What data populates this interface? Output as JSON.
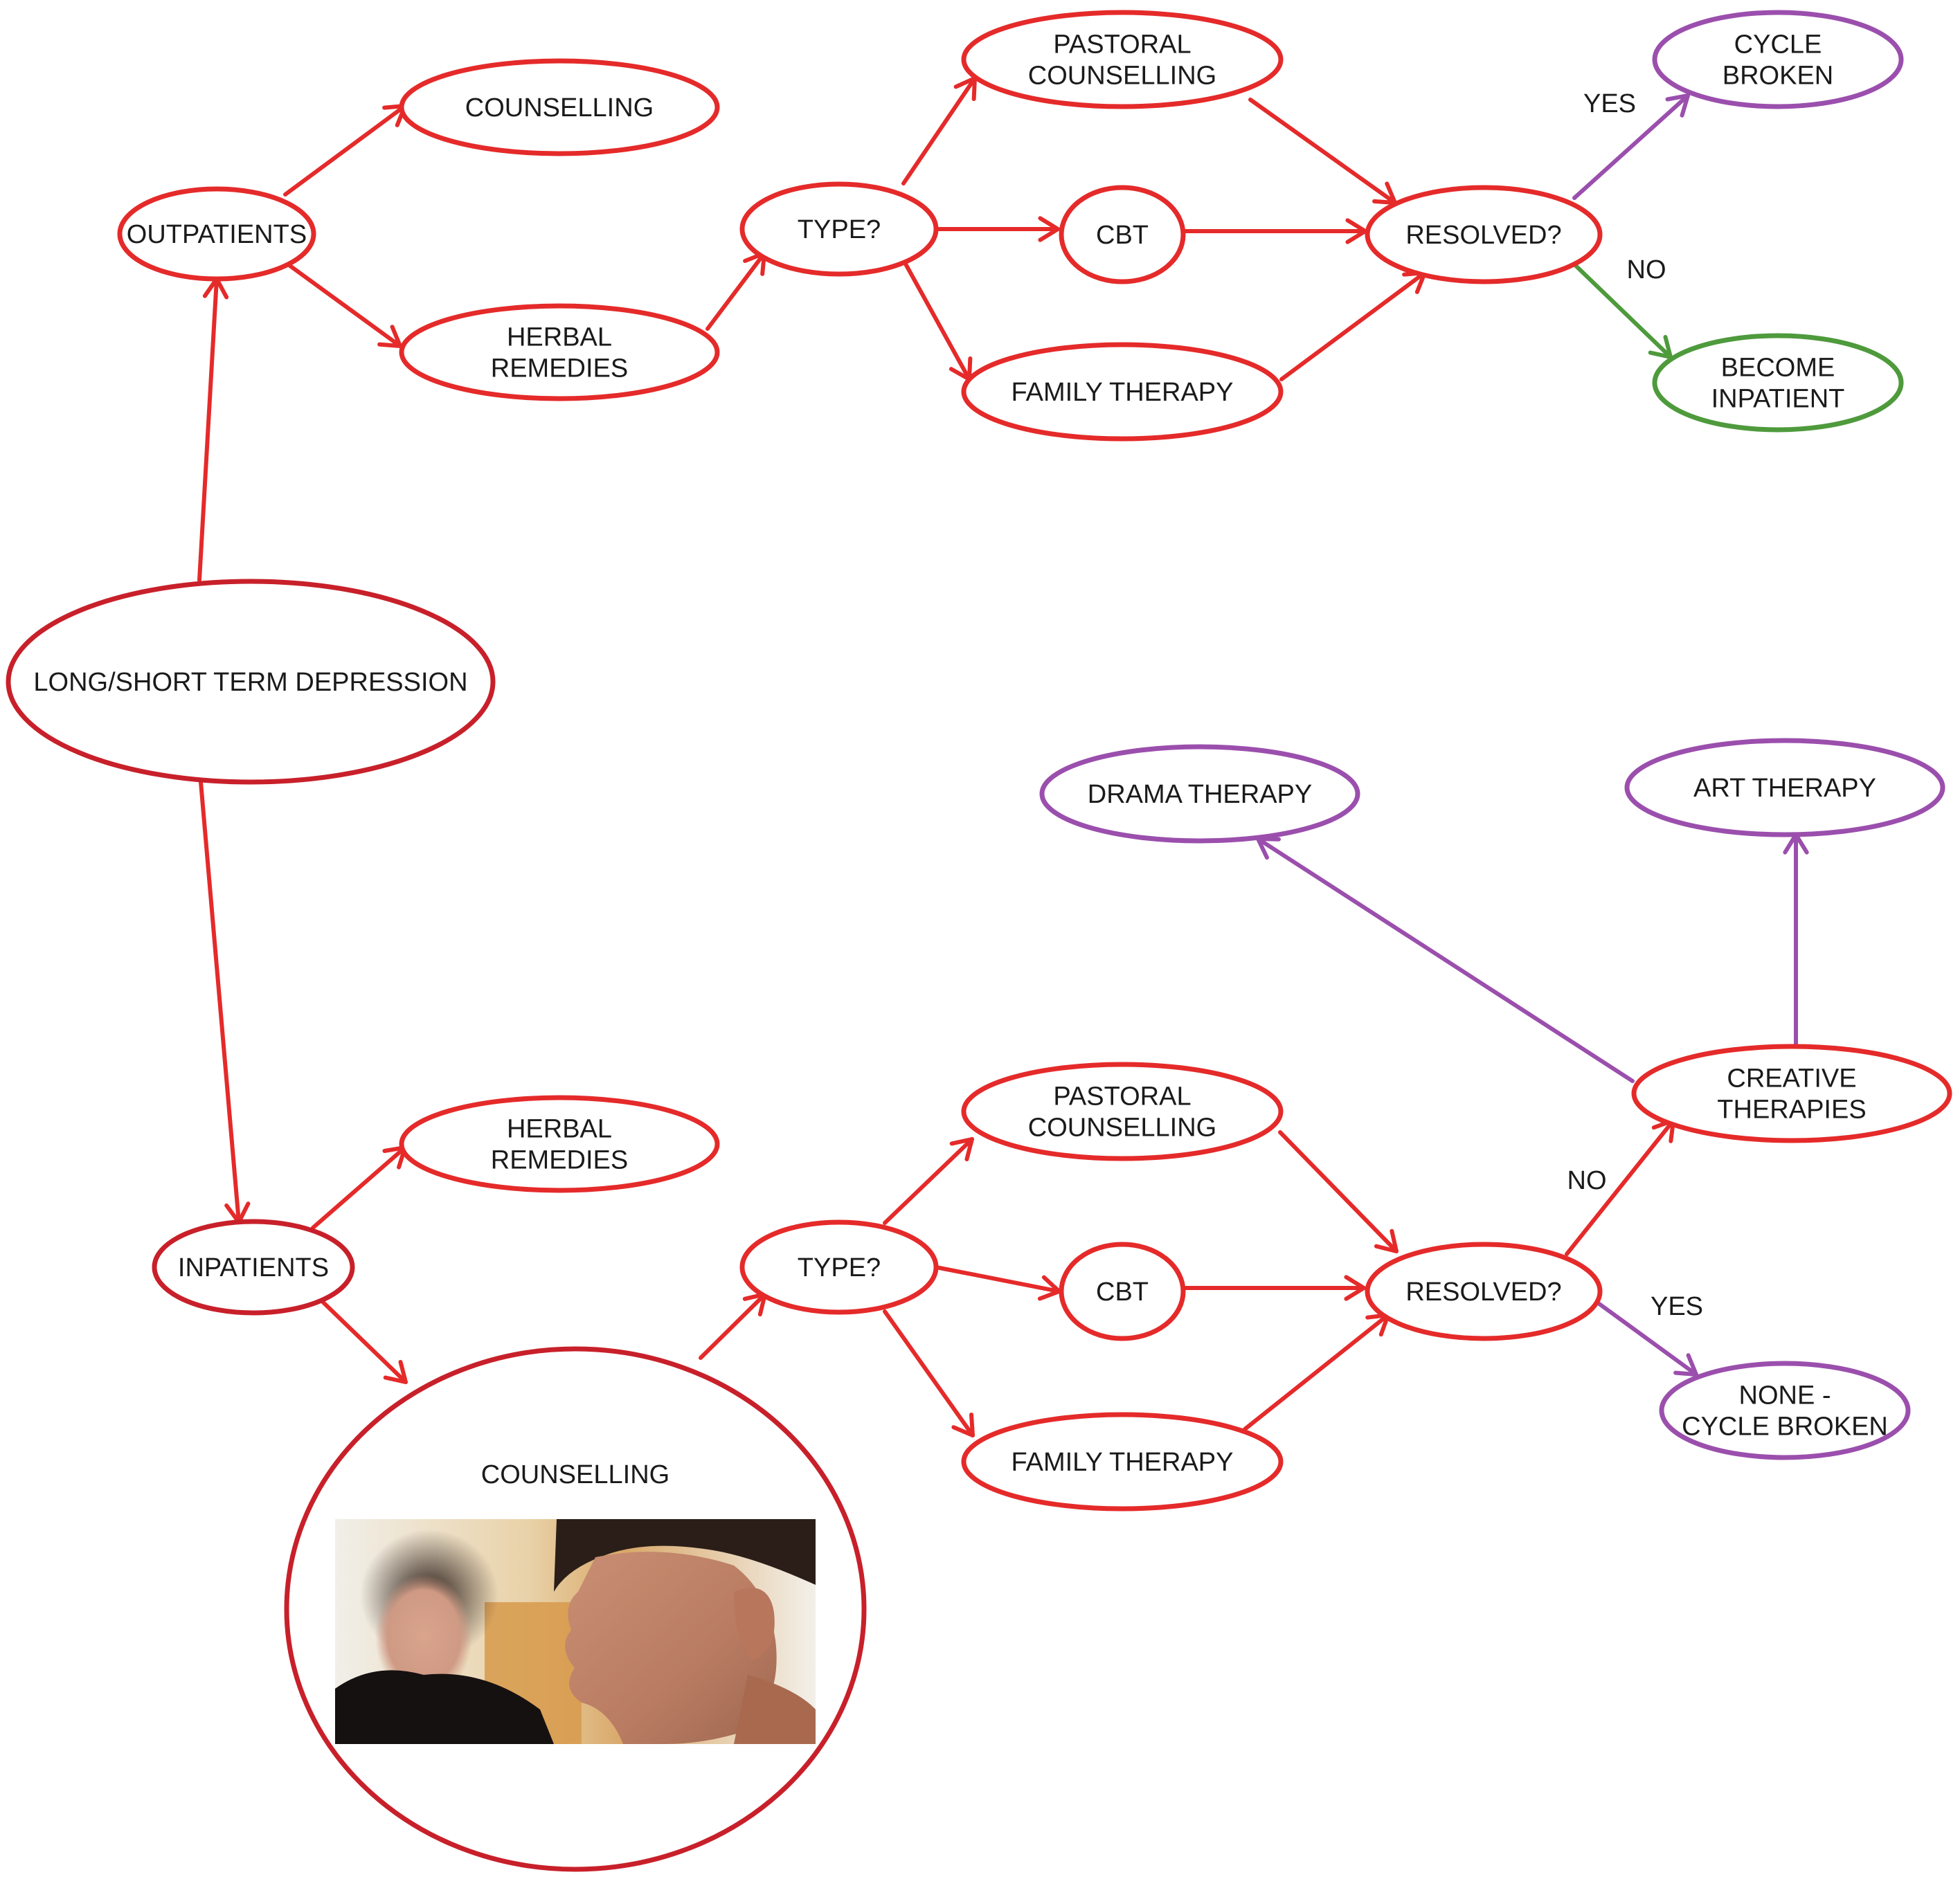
{
  "colors": {
    "red": "#e52a2a",
    "dark_red": "#c8202a",
    "purple": "#9b4fad",
    "green": "#4e9a3c"
  },
  "nodes": {
    "root": {
      "lines": [
        "LONG/SHORT TERM DEPRESSION"
      ]
    },
    "outpatients": {
      "lines": [
        "OUTPATIENTS"
      ]
    },
    "out_counselling": {
      "lines": [
        "COUNSELLING"
      ]
    },
    "out_herbal": {
      "lines": [
        "HERBAL",
        "REMEDIES"
      ]
    },
    "out_type": {
      "lines": [
        "TYPE?"
      ]
    },
    "out_pastoral": {
      "lines": [
        "PASTORAL",
        "COUNSELLING"
      ]
    },
    "out_cbt": {
      "lines": [
        "CBT"
      ]
    },
    "out_family": {
      "lines": [
        "FAMILY THERAPY"
      ]
    },
    "out_resolved": {
      "lines": [
        "RESOLVED?"
      ]
    },
    "cycle_broken": {
      "lines": [
        "CYCLE",
        "BROKEN"
      ]
    },
    "become_inpatient": {
      "lines": [
        "BECOME",
        "INPATIENT"
      ]
    },
    "inpatients": {
      "lines": [
        "INPATIENTS"
      ]
    },
    "in_herbal": {
      "lines": [
        "HERBAL",
        "REMEDIES"
      ]
    },
    "in_counselling": {
      "lines": [
        "COUNSELLING"
      ]
    },
    "in_type": {
      "lines": [
        "TYPE?"
      ]
    },
    "in_pastoral": {
      "lines": [
        "PASTORAL",
        "COUNSELLING"
      ]
    },
    "in_cbt": {
      "lines": [
        "CBT"
      ]
    },
    "in_family": {
      "lines": [
        "FAMILY THERAPY"
      ]
    },
    "in_resolved": {
      "lines": [
        "RESOLVED?"
      ]
    },
    "creative": {
      "lines": [
        "CREATIVE",
        "THERAPIES"
      ]
    },
    "drama": {
      "lines": [
        "DRAMA THERAPY"
      ]
    },
    "art": {
      "lines": [
        "ART THERAPY"
      ]
    },
    "none_cycle": {
      "lines": [
        "NONE -",
        "CYCLE BROKEN"
      ]
    }
  },
  "edges": [
    {
      "from": "root",
      "to": "outpatients"
    },
    {
      "from": "root",
      "to": "inpatients"
    },
    {
      "from": "outpatients",
      "to": "out_counselling"
    },
    {
      "from": "outpatients",
      "to": "out_herbal"
    },
    {
      "from": "out_herbal",
      "to": "out_type"
    },
    {
      "from": "out_type",
      "to": "out_pastoral"
    },
    {
      "from": "out_type",
      "to": "out_cbt"
    },
    {
      "from": "out_type",
      "to": "out_family"
    },
    {
      "from": "out_pastoral",
      "to": "out_resolved"
    },
    {
      "from": "out_cbt",
      "to": "out_resolved"
    },
    {
      "from": "out_family",
      "to": "out_resolved"
    },
    {
      "from": "out_resolved",
      "to": "cycle_broken",
      "label": "YES"
    },
    {
      "from": "out_resolved",
      "to": "become_inpatient",
      "label": "NO"
    },
    {
      "from": "inpatients",
      "to": "in_herbal"
    },
    {
      "from": "inpatients",
      "to": "in_counselling"
    },
    {
      "from": "in_counselling",
      "to": "in_type"
    },
    {
      "from": "in_type",
      "to": "in_pastoral"
    },
    {
      "from": "in_type",
      "to": "in_cbt"
    },
    {
      "from": "in_type",
      "to": "in_family"
    },
    {
      "from": "in_pastoral",
      "to": "in_resolved"
    },
    {
      "from": "in_cbt",
      "to": "in_resolved"
    },
    {
      "from": "in_family",
      "to": "in_resolved"
    },
    {
      "from": "in_resolved",
      "to": "creative",
      "label": "NO"
    },
    {
      "from": "in_resolved",
      "to": "none_cycle",
      "label": "YES"
    },
    {
      "from": "creative",
      "to": "drama"
    },
    {
      "from": "creative",
      "to": "art"
    }
  ]
}
